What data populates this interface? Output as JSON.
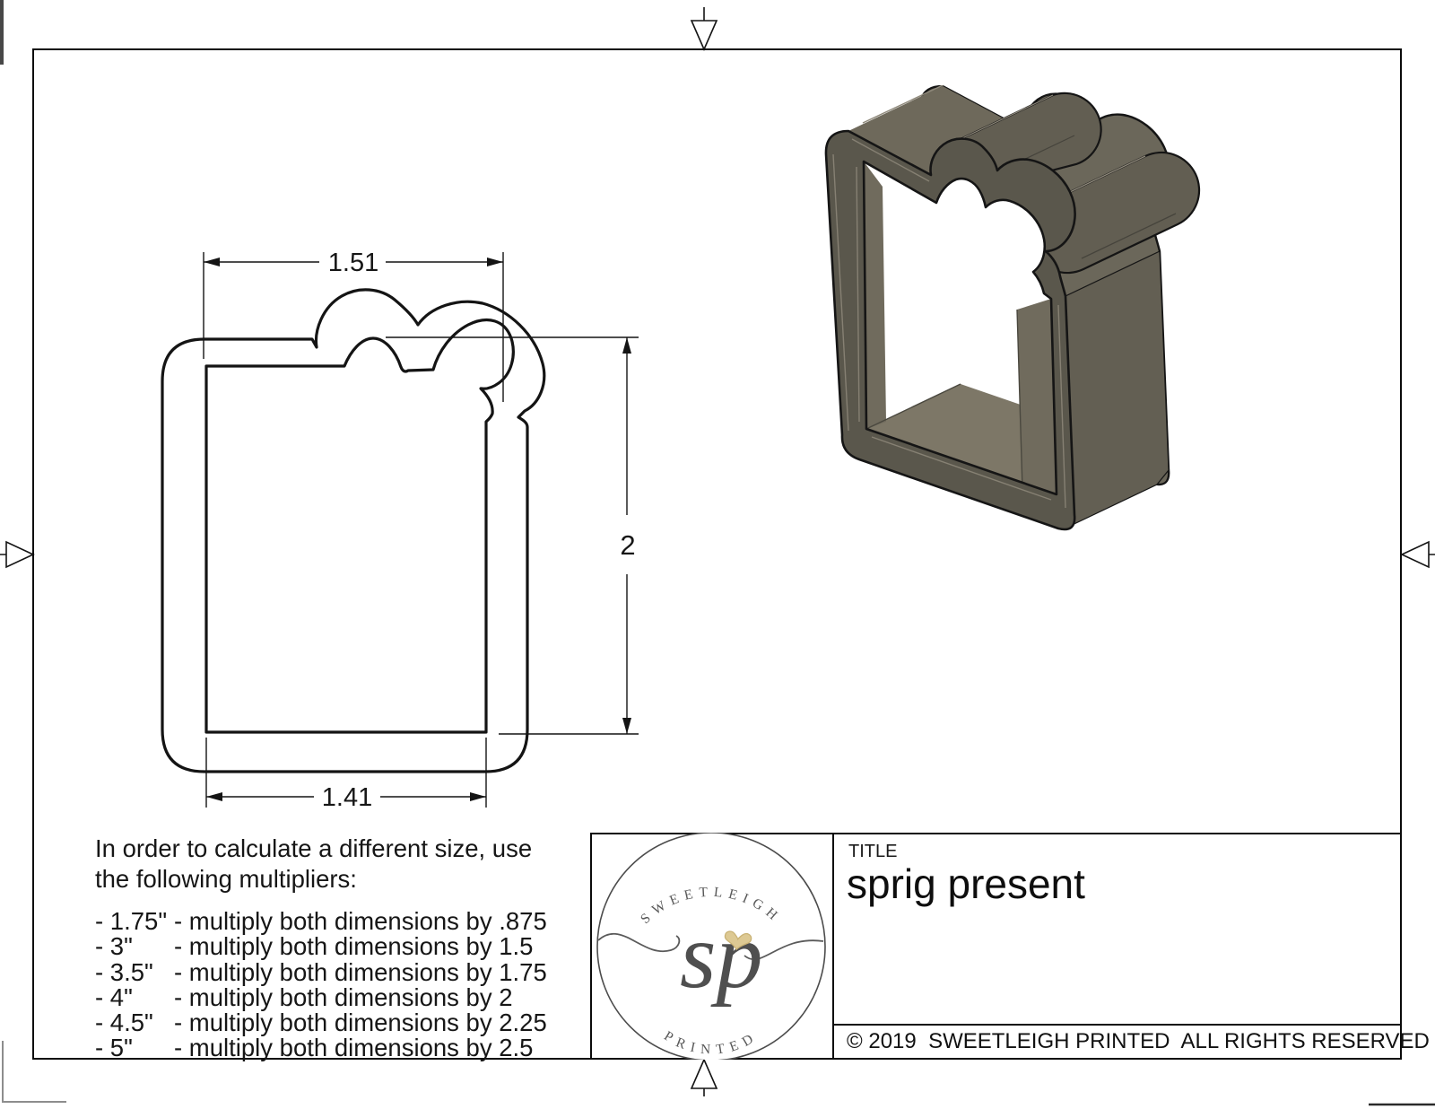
{
  "sheet": {
    "background": "#ffffff",
    "border_color": "#0b0b0b"
  },
  "colors": {
    "line": "#141414",
    "text": "#161616",
    "logo_ink": "#585858"
  },
  "drawing": {
    "dim_width_top": "1.51",
    "dim_height": "2",
    "dim_width_bottom": "1.41"
  },
  "notes": {
    "intro_line1": "In order to calculate a different size, use",
    "intro_line2": "the following multipliers:",
    "multipliers": [
      {
        "size": "- 1.75\"",
        "rule": "- multiply both dimensions by .875"
      },
      {
        "size": "- 3\"",
        "rule": "- multiply both dimensions by 1.5"
      },
      {
        "size": "- 3.5\"",
        "rule": "- multiply both dimensions by 1.75"
      },
      {
        "size": "- 4\"",
        "rule": "- multiply both dimensions by 2"
      },
      {
        "size": "- 4.5\"",
        "rule": "- multiply both dimensions by 2.25"
      },
      {
        "size": "- 5\"",
        "rule": "- multiply both dimensions by 2.5"
      }
    ]
  },
  "title_block": {
    "label": "TITLE",
    "title": "sprig present",
    "copyright": "© 2019  SWEETLEIGH PRINTED  ALL RIGHTS RESERVED"
  },
  "logo": {
    "top_text": "SWEETLEIGH",
    "bottom_text": "PRINTED",
    "monogram": "sp",
    "heart_color": "#ddc993"
  },
  "render": {
    "body": "#6b675a",
    "body_front": "#5a574c",
    "top_band": "#6e695b",
    "right_band": "#635f53",
    "floor": "#7d7767",
    "inner_wall": "#706b5d",
    "tube": "#625e52"
  }
}
